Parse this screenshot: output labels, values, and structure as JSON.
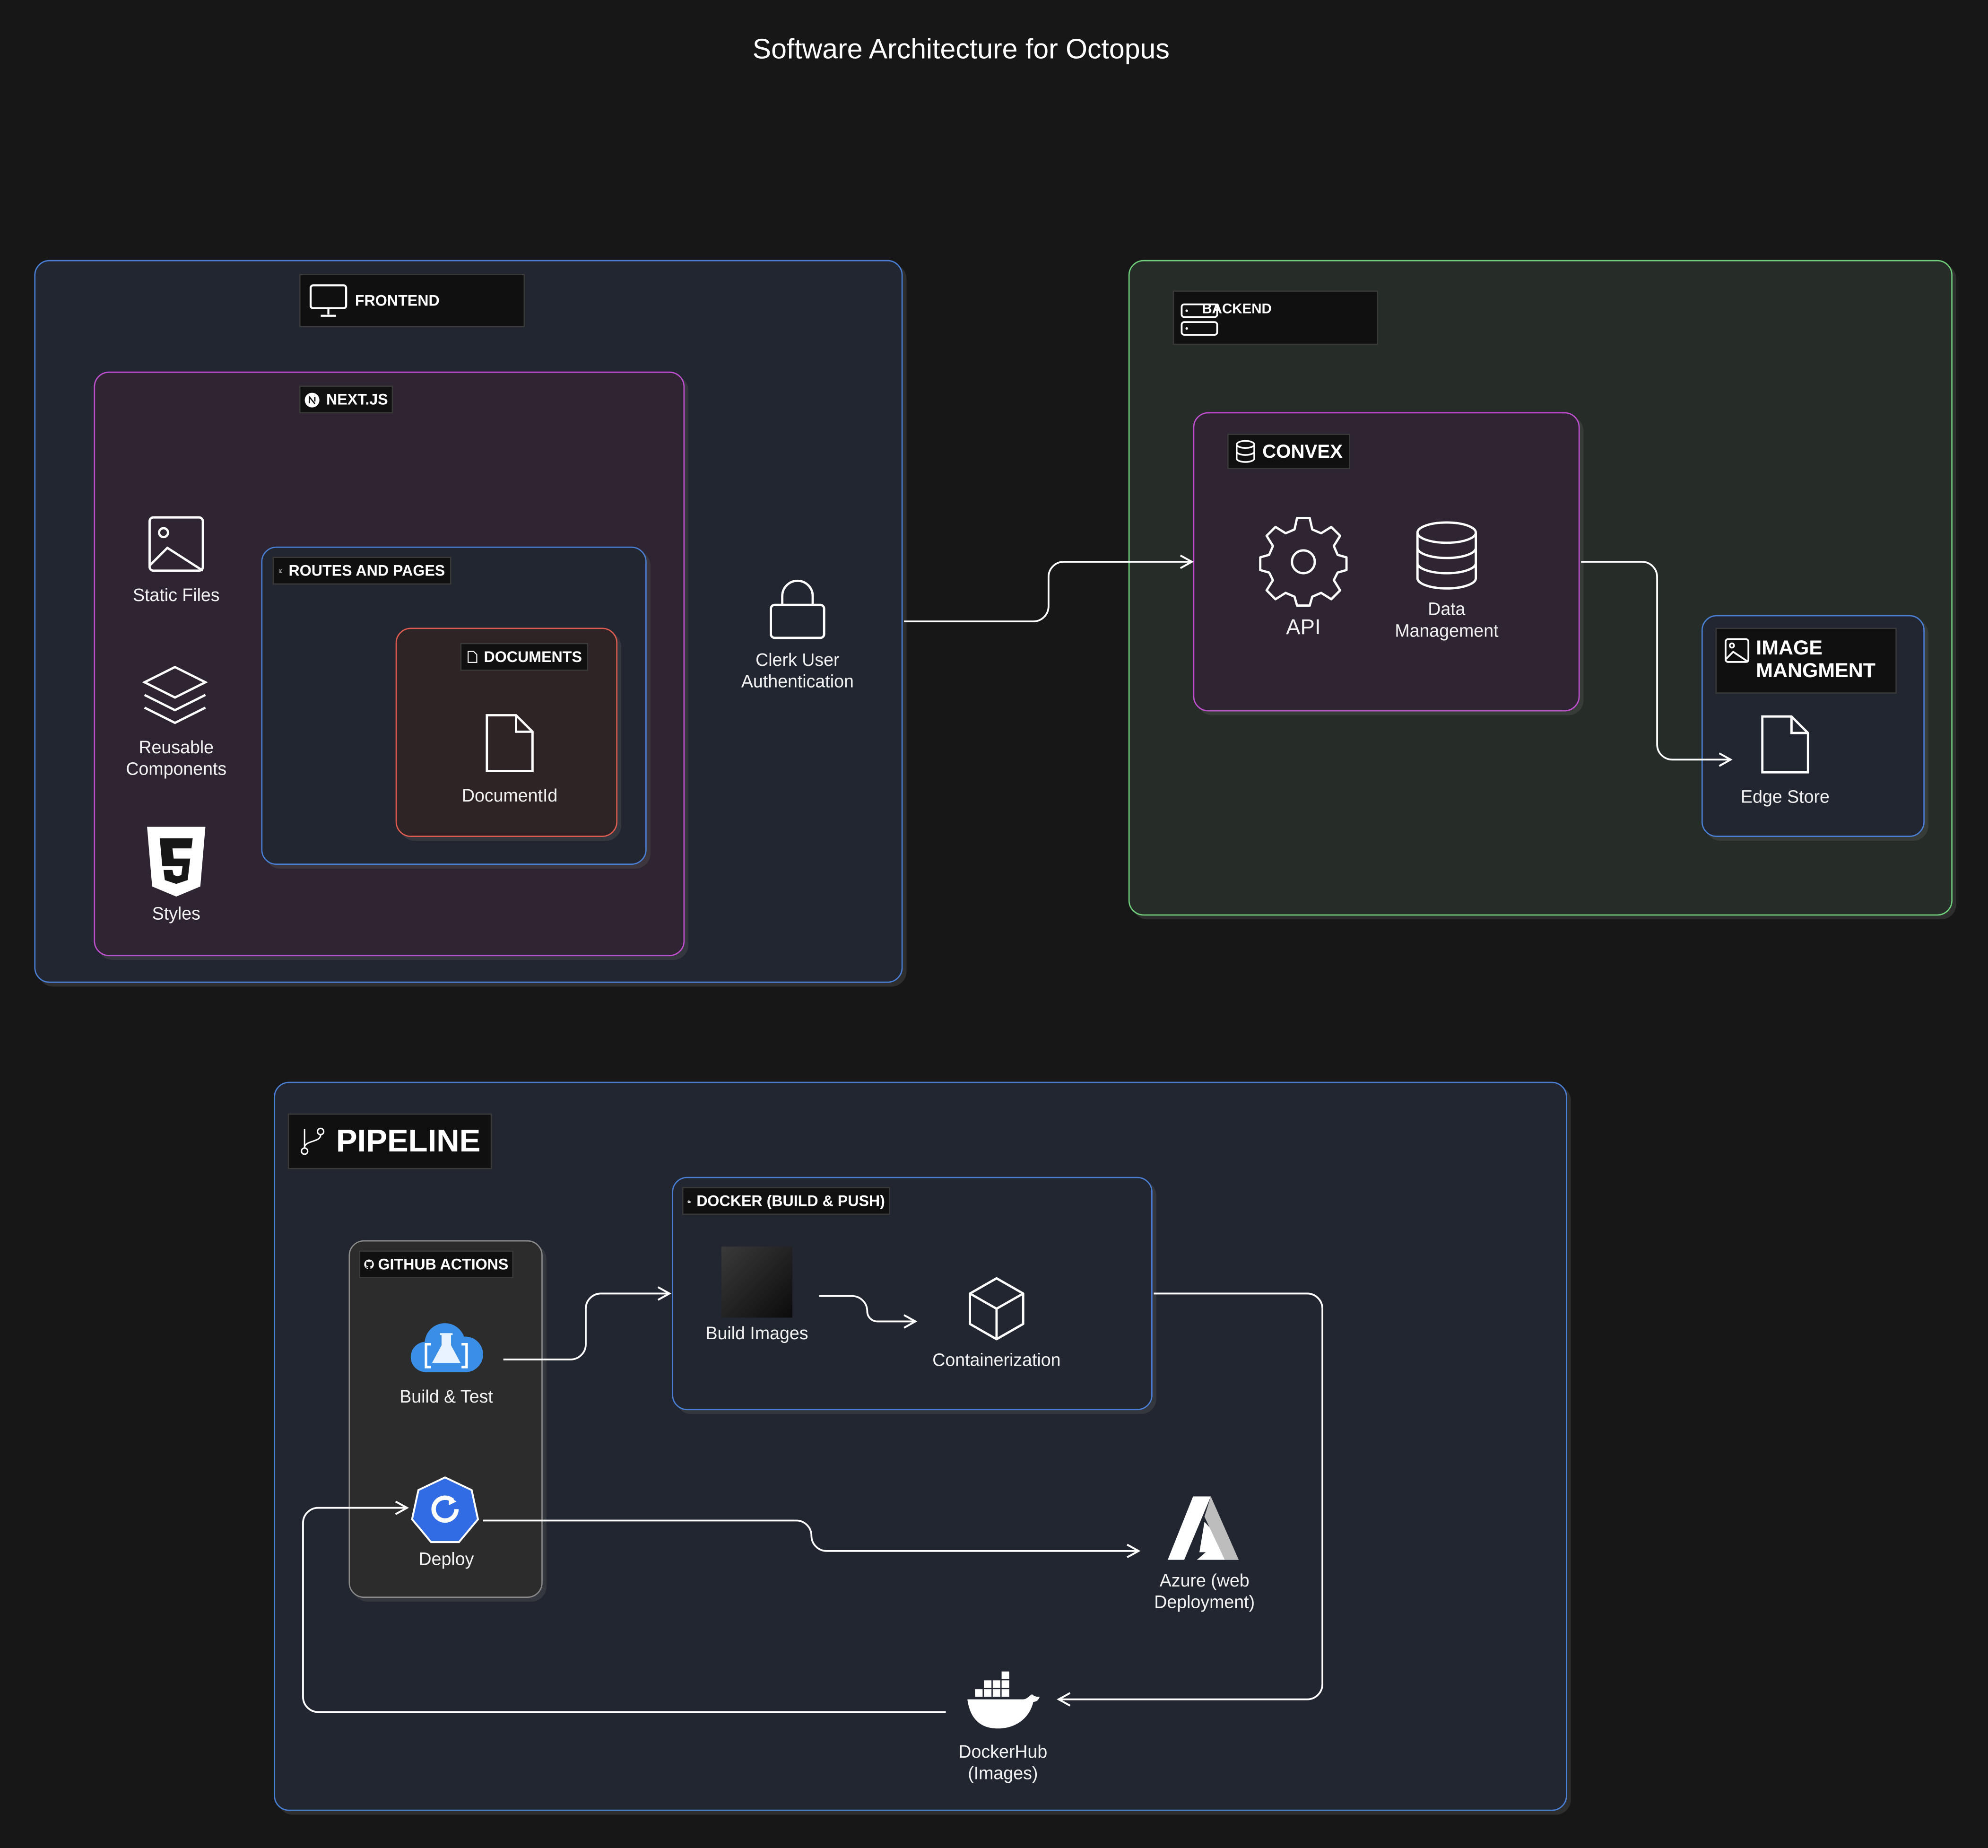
{
  "title": "Software Architecture for Octopus",
  "frontend": {
    "tag": "FRONTEND",
    "nextjs": {
      "tag": "NEXT.JS",
      "static_files": "Static Files",
      "reusable_components": "Reusable\nComponents",
      "styles": "Styles",
      "routes": {
        "tag": "ROUTES AND PAGES",
        "documents": {
          "tag": "DOCUMENTS",
          "item": "DocumentId"
        }
      }
    },
    "clerk": "Clerk User\nAuthentication"
  },
  "backend": {
    "tag": "BACKEND",
    "convex": {
      "tag": "CONVEX",
      "api": "API",
      "data": "Data\nManagement"
    },
    "image": {
      "tag": "IMAGE\nMANGMENT",
      "edge": "Edge Store"
    }
  },
  "pipeline": {
    "tag": "PIPELINE",
    "github": {
      "tag": "GITHUB ACTIONS",
      "build_test": "Build & Test",
      "deploy": "Deploy"
    },
    "docker": {
      "tag": "DOCKER (BUILD & PUSH)",
      "build_images": "Build Images",
      "containerization": "Containerization"
    },
    "azure": "Azure (web\nDeployment)",
    "dockerhub": "DockerHub\n(Images)"
  },
  "colors": {
    "background": "#171717",
    "frontend_border": "#4a7fd6",
    "nextjs_border": "#c04fd0",
    "documents_border": "#e05c50",
    "backend_border": "#6fcf7a",
    "github_border": "#8a8a8a",
    "arrow": "#ffffff"
  }
}
